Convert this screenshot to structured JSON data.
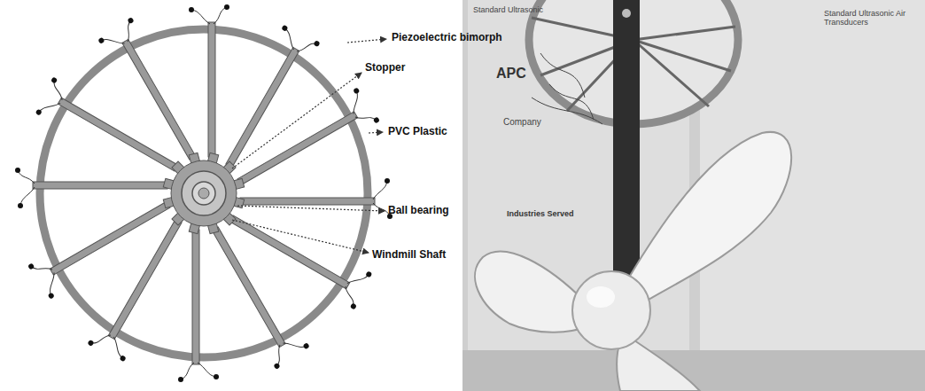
{
  "diagram": {
    "labels": [
      "Piezoelectric bimorph",
      "Stopper",
      "PVC Plastic",
      "Ball bearing",
      "Windmill Shaft",
      "Standard Ultrasonic",
      "APC",
      "Standard Ultrasonic Air Transducers",
      "Company",
      "Industries Served"
    ]
  }
}
